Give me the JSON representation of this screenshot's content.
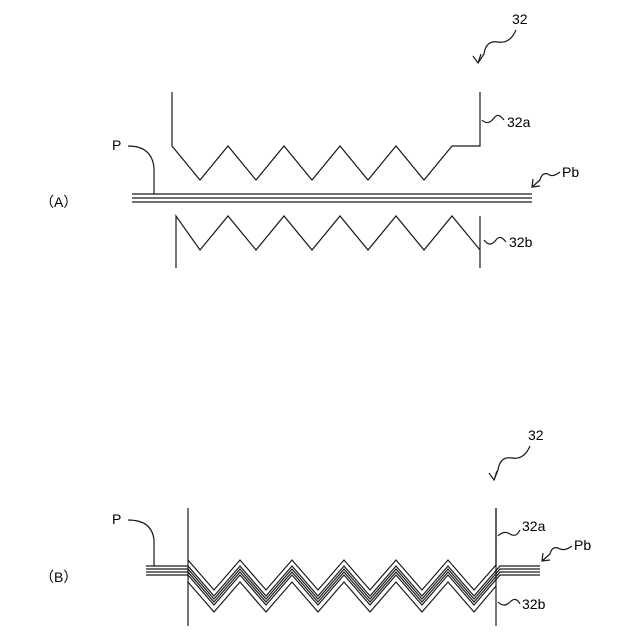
{
  "figure_a": {
    "panel_label": "（A）",
    "ref_die": "32",
    "ref_upper": "32a",
    "ref_lower": "32b",
    "ref_sheet": "P",
    "ref_stack": "Pb"
  },
  "figure_b": {
    "panel_label": "（B）",
    "ref_die": "32",
    "ref_upper": "32a",
    "ref_lower": "32b",
    "ref_sheet": "P",
    "ref_stack": "Pb"
  }
}
